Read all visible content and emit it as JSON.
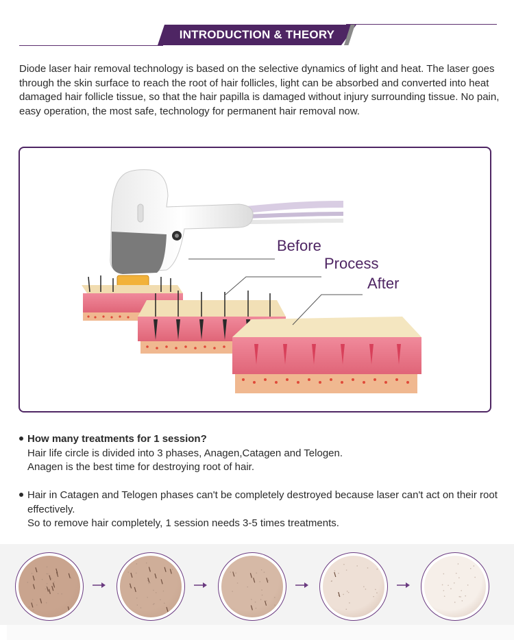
{
  "header": {
    "title": "INTRODUCTION & THEORY"
  },
  "intro": {
    "text": "Diode laser hair removal technology is based on the selective dynamics of light and heat. The laser goes through the skin surface to reach the root of hair follicles, light can be absorbed and converted into heat damaged hair follicle tissue, so that the hair papilla is damaged without injury surrounding tissue. No pain, easy operation, the most safe, technology for permanent hair removal now."
  },
  "illustration": {
    "labels": [
      "Before",
      "Process",
      "After"
    ],
    "colors": {
      "label": "#4e2563",
      "skin": "#e8778a",
      "surface": "#f3e2b8",
      "fat": "#f0b890",
      "hair": "#2a2a2a",
      "laser": "#ff2a2a"
    }
  },
  "bullets": [
    {
      "question": "How many treatments for 1 session?",
      "lines": [
        "Hair life circle is divided into 3 phases, Anagen,Catagen and Telogen.",
        "Anagen is the best time for destroying root of hair."
      ]
    },
    {
      "question": "",
      "lines": [
        "Hair in Catagen and Telogen phases can't be completely destroyed because laser can't act on their root effectively.",
        "So to remove hair completely, 1 session needs 3-5 times treatments."
      ]
    }
  ],
  "gallery": {
    "stages": [
      {
        "tone": "#c9a48e",
        "hair_density": 1.0
      },
      {
        "tone": "#cfae99",
        "hair_density": 0.7
      },
      {
        "tone": "#d6b9a6",
        "hair_density": 0.45
      },
      {
        "tone": "#eee0d6",
        "hair_density": 0.15
      },
      {
        "tone": "#f6efe9",
        "hair_density": 0.0
      }
    ],
    "arrow_icon": "arrow-right-icon",
    "border_color": "#6a3a80"
  }
}
